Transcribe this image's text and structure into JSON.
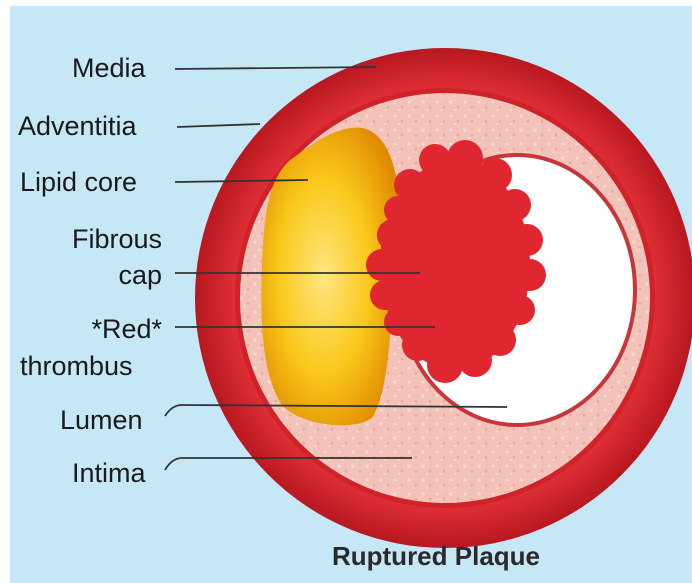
{
  "labels": {
    "media": "Media",
    "adventitia": "Adventitia",
    "lipid_core": "Lipid core",
    "fibrous_cap_line1": "Fibrous",
    "fibrous_cap_line2": "cap",
    "red_thrombus_line1": "*Red*",
    "red_thrombus_line2": "thrombus",
    "lumen": "Lumen",
    "intima": "Intima"
  },
  "caption": "Ruptured Plaque",
  "colors": {
    "background": "#c6e7f5",
    "vessel_wall": "#d8232a",
    "intima": "#f2b8ae",
    "lipid_core": "#f5b800",
    "thrombus": "#e0262f",
    "lumen": "#ffffff"
  }
}
